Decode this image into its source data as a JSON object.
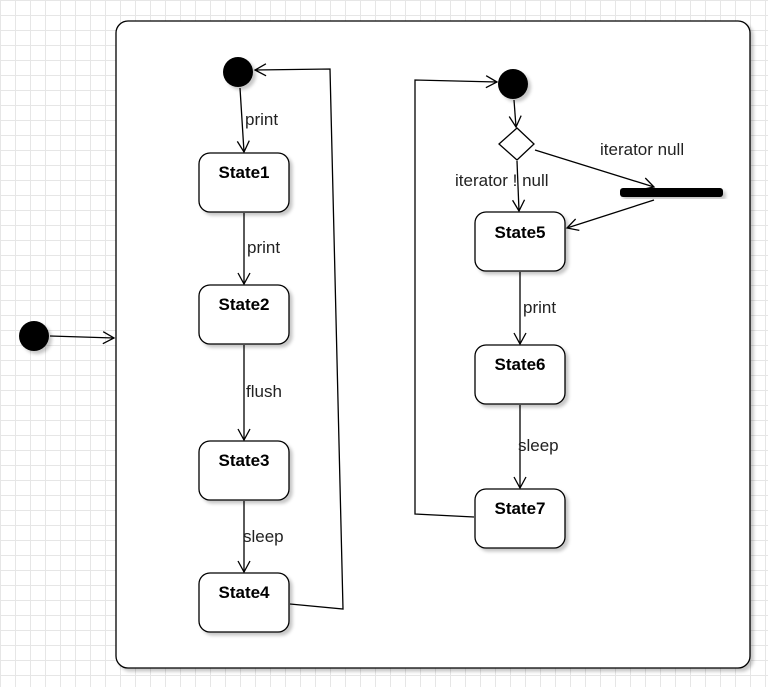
{
  "states": [
    {
      "id": "state1",
      "label": "State1"
    },
    {
      "id": "state2",
      "label": "State2"
    },
    {
      "id": "state3",
      "label": "State3"
    },
    {
      "id": "state4",
      "label": "State4"
    },
    {
      "id": "state5",
      "label": "State5"
    },
    {
      "id": "state6",
      "label": "State6"
    },
    {
      "id": "state7",
      "label": "State7"
    }
  ],
  "transitions": [
    {
      "from": "initial-left",
      "to": "state1",
      "label": "print"
    },
    {
      "from": "state1",
      "to": "state2",
      "label": "print"
    },
    {
      "from": "state2",
      "to": "state3",
      "label": "flush"
    },
    {
      "from": "state3",
      "to": "state4",
      "label": "sleep"
    },
    {
      "from": "decision",
      "to": "state5",
      "label": "iterator ! null"
    },
    {
      "from": "decision",
      "to": "fork-bar",
      "label": "iterator null"
    },
    {
      "from": "state5",
      "to": "state6",
      "label": "print"
    },
    {
      "from": "state6",
      "to": "state7",
      "label": "sleep"
    }
  ]
}
